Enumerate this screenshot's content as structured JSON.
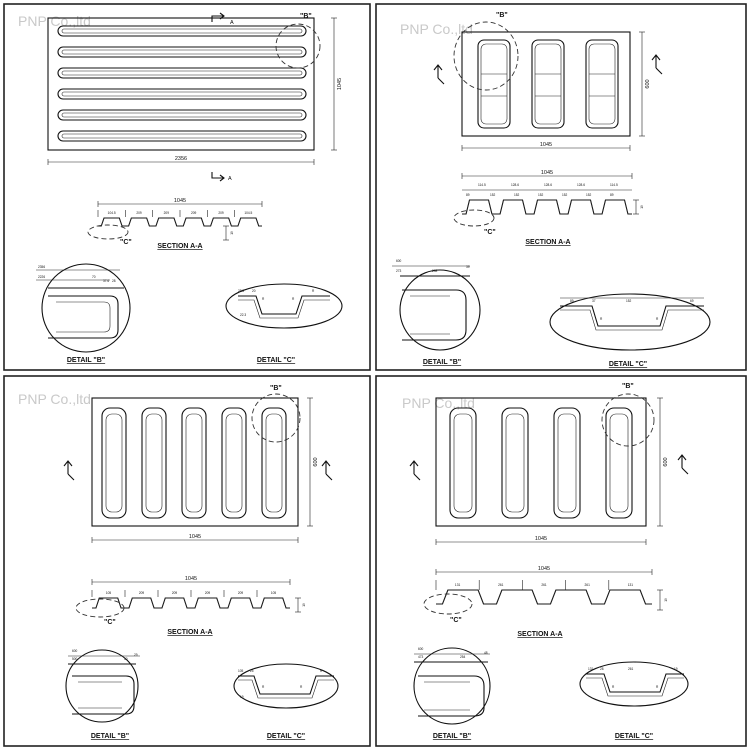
{
  "watermark": "PNP Co.,ltd",
  "panels": [
    {
      "id": "p1",
      "callout_b": "\"B\"",
      "arrow_label_top": "A",
      "arrow_label_bottom": "A",
      "dim_width": "2356",
      "dim_height": "1045",
      "section_total": "1045",
      "section_segments": [
        "104.5",
        "209",
        "209",
        "209",
        "209",
        "104.5"
      ],
      "section_depth": "19",
      "section_label": "SECTION A-A",
      "callout_c": "\"C\"",
      "detail_b_dims": [
        "2356",
        "2226",
        "70",
        "37.6",
        "28"
      ],
      "detail_b_label": "DETAIL \"B\"",
      "detail_c_dims": [
        "28.5",
        "20",
        "R",
        "R",
        "R",
        "22.3"
      ],
      "detail_c_label": "DETAIL \"C\""
    },
    {
      "id": "p2",
      "callout_b": "\"B\"",
      "dim_width": "1045",
      "dim_height": "600",
      "section_total": "1045",
      "section_segments": [
        "89",
        "152",
        "152",
        "152",
        "152",
        "152",
        "89"
      ],
      "section_top_dims": [
        "114.5",
        "128.6",
        "128.6",
        "128.6",
        "114.5"
      ],
      "section_depth": "19",
      "section_label": "SECTION A-A",
      "callout_c": "\"C\"",
      "detail_b_dims": [
        "600",
        "273",
        "208",
        "39"
      ],
      "detail_b_label": "DETAIL \"B\"",
      "detail_c_dims": [
        "89",
        "37",
        "152",
        "R",
        "R",
        "69"
      ],
      "detail_c_label": "DETAIL \"C\""
    },
    {
      "id": "p3",
      "callout_b": "\"B\"",
      "dim_width": "1045",
      "dim_height": "600",
      "section_total": "1045",
      "section_segments": [
        "105",
        "209",
        "209",
        "209",
        "209",
        "105"
      ],
      "section_depth": "19",
      "section_label": "SECTION A-A",
      "callout_c": "\"C\"",
      "detail_b_dims": [
        "600",
        "500",
        "50",
        "29"
      ],
      "detail_b_label": "DETAIL \"B\"",
      "detail_c_dims": [
        "105",
        "25",
        "R",
        "R",
        "R",
        "19"
      ],
      "detail_c_label": "DETAIL \"C\""
    },
    {
      "id": "p4",
      "callout_b": "\"B\"",
      "dim_width": "1045",
      "dim_height": "600",
      "section_total": "1045",
      "section_segments": [
        "131",
        "261",
        "261",
        "261",
        "131"
      ],
      "section_depth": "19",
      "section_label": "SECTION A-A",
      "callout_c": "\"C\"",
      "detail_b_dims": [
        "600",
        "473",
        "254",
        "48"
      ],
      "detail_b_label": "DETAIL \"B\"",
      "detail_c_dims": [
        "131",
        "28",
        "261",
        "R",
        "R",
        "19"
      ],
      "detail_c_label": "DETAIL \"C\""
    }
  ]
}
